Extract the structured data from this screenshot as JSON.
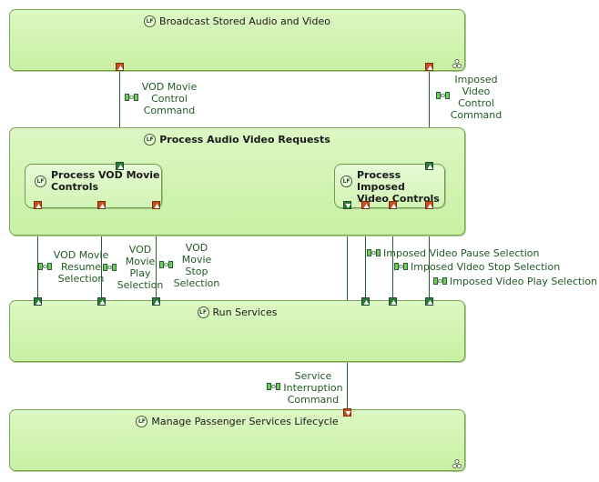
{
  "blocks": {
    "broadcast": "Broadcast Stored Audio and Video",
    "process_requests": "Process Audio Video Requests",
    "vod_controls": [
      "Process VOD Movie",
      "Controls"
    ],
    "imposed_controls": [
      "Process Imposed",
      "Video Controls"
    ],
    "run_services": "Run Services",
    "lifecycle": "Manage Passenger Services Lifecycle"
  },
  "icon_label": "LF",
  "exchanges": {
    "vod_movie_control_command": [
      "VOD Movie",
      "Control",
      "Command"
    ],
    "imposed_video_control_command": [
      "Imposed",
      "Video",
      "Control",
      "Command"
    ],
    "vod_movie_resume_selection": [
      "VOD Movie",
      "Resume",
      "Selection"
    ],
    "vod_movie_play_selection": [
      "VOD",
      "Movie",
      "Play",
      "Selection"
    ],
    "vod_movie_stop_selection": [
      "VOD",
      "Movie",
      "Stop",
      "Selection"
    ],
    "imposed_video_pause_selection": "Imposed Video Pause Selection",
    "imposed_video_stop_selection": "Imposed Video Stop Selection",
    "imposed_video_play_selection": "Imposed Video Play Selection",
    "service_interruption_command": [
      "Service",
      "Interruption",
      "Command"
    ]
  },
  "colors": {
    "block_fill": "#c8f0a2",
    "block_border": "#7da65a",
    "out_port": "#c8501e",
    "in_port": "#2f7a3c",
    "wire": "#2e5e33",
    "label_text": "#215a24"
  }
}
